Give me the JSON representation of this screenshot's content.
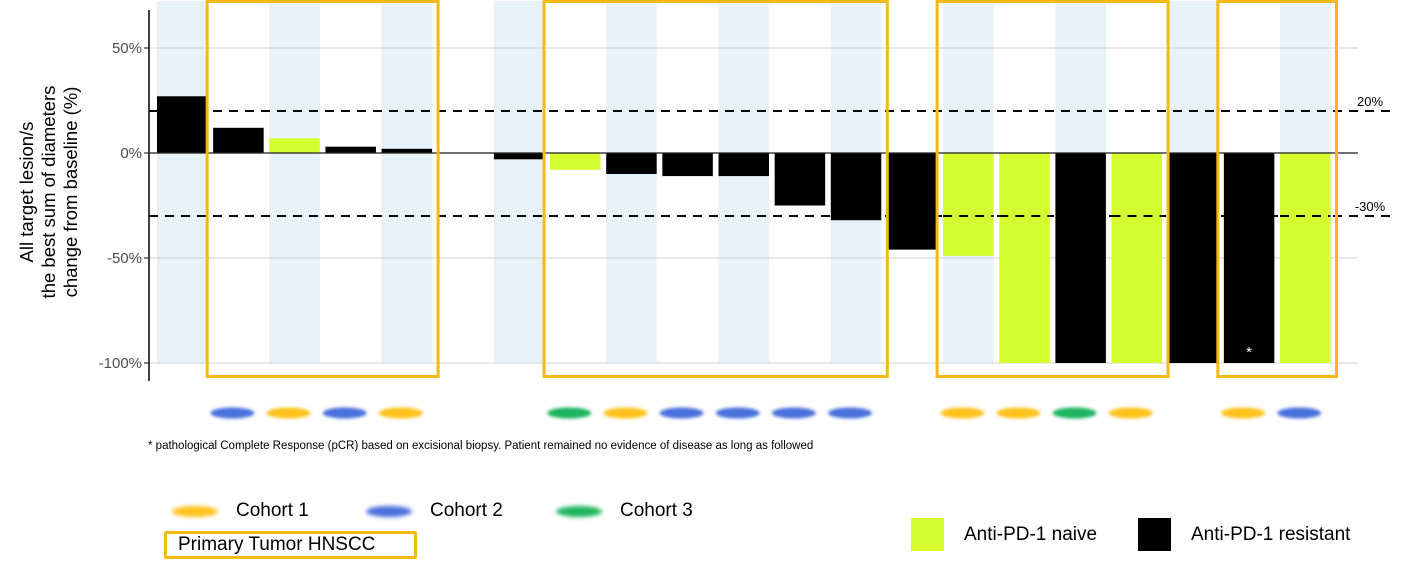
{
  "chart_data": {
    "type": "bar",
    "title": "",
    "xlabel": "",
    "ylabel": "All target lesion/s the best sum of diameters change from baseline (%)",
    "ylabel_lines": [
      "All target lesion/s",
      "the best sum of diameters",
      "change from baseline (%)"
    ],
    "ylim": [
      -105,
      68
    ],
    "y_ticks": [
      50,
      0,
      -50,
      -100
    ],
    "y_tick_labels": [
      "50%",
      "0%",
      "-50%",
      "-100%"
    ],
    "grid": "horizontal major gridlines (light gray)",
    "chart_kind": "waterfall plot",
    "reference_lines": [
      {
        "value": 20,
        "label": "20%",
        "style": "dashed"
      },
      {
        "value": -30,
        "label": "-30%",
        "style": "dashed"
      }
    ],
    "slots": 21,
    "empty_slots": [
      5
    ],
    "bars": [
      {
        "slot": 0,
        "value": 27,
        "treatment": "resistant",
        "cohort": null
      },
      {
        "slot": 1,
        "value": 12,
        "treatment": "resistant",
        "cohort": "Cohort 2"
      },
      {
        "slot": 2,
        "value": 7,
        "treatment": "naive",
        "cohort": "Cohort 1"
      },
      {
        "slot": 3,
        "value": 3,
        "treatment": "resistant",
        "cohort": "Cohort 2"
      },
      {
        "slot": 4,
        "value": 2,
        "treatment": "resistant",
        "cohort": "Cohort 1"
      },
      {
        "slot": 6,
        "value": -3,
        "treatment": "resistant",
        "cohort": null
      },
      {
        "slot": 7,
        "value": -8,
        "treatment": "naive",
        "cohort": "Cohort 3"
      },
      {
        "slot": 8,
        "value": -10,
        "treatment": "resistant",
        "cohort": "Cohort 1"
      },
      {
        "slot": 9,
        "value": -11,
        "treatment": "resistant",
        "cohort": "Cohort 2"
      },
      {
        "slot": 10,
        "value": -11,
        "treatment": "resistant",
        "cohort": "Cohort 2"
      },
      {
        "slot": 11,
        "value": -25,
        "treatment": "resistant",
        "cohort": "Cohort 2"
      },
      {
        "slot": 12,
        "value": -32,
        "treatment": "resistant",
        "cohort": "Cohort 2"
      },
      {
        "slot": 13,
        "value": -46,
        "treatment": "resistant",
        "cohort": null
      },
      {
        "slot": 14,
        "value": -49,
        "treatment": "naive",
        "cohort": "Cohort 1"
      },
      {
        "slot": 15,
        "value": -100,
        "treatment": "naive",
        "cohort": "Cohort 1"
      },
      {
        "slot": 16,
        "value": -100,
        "treatment": "resistant",
        "cohort": "Cohort 3"
      },
      {
        "slot": 17,
        "value": -100,
        "treatment": "naive",
        "cohort": "Cohort 1"
      },
      {
        "slot": 18,
        "value": -100,
        "treatment": "resistant",
        "cohort": null
      },
      {
        "slot": 19,
        "value": -100,
        "treatment": "resistant",
        "cohort": "Cohort 1",
        "annotation": "*"
      },
      {
        "slot": 20,
        "value": -100,
        "treatment": "naive",
        "cohort": "Cohort 2"
      }
    ],
    "highlight_boxes": {
      "label": "Primary Tumor HNSCC",
      "slot_ranges": [
        [
          1,
          4
        ],
        [
          7,
          12
        ],
        [
          14,
          17
        ],
        [
          19,
          20
        ]
      ]
    },
    "legend": {
      "cohorts": [
        "Cohort 1",
        "Cohort 2",
        "Cohort 3"
      ],
      "treatments": [
        "Anti-PD-1 naive",
        "Anti-PD-1 resistant"
      ],
      "box": "Primary Tumor HNSCC"
    },
    "footnote": "* pathological Complete Response (pCR) based on excisional biopsy. Patient remained no evidence of disease as long as followed"
  },
  "colors": {
    "naive": "#d4fc2e",
    "resistant": "#000000",
    "band": "#e6f1f8",
    "grid": "#d9d9d9",
    "box": "#f5b914",
    "Cohort 1": "#ffc21a",
    "Cohort 2": "#4a6fdc",
    "Cohort 3": "#1fb45e"
  },
  "legend": {
    "cohort1": "Cohort 1",
    "cohort2": "Cohort 2",
    "cohort3": "Cohort 3",
    "primary_tumor": "Primary Tumor HNSCC",
    "naive": "Anti-PD-1 naive",
    "resistant": "Anti-PD-1 resistant"
  },
  "axis": {
    "title_line1": "All target lesion/s",
    "title_line2": "the best sum of diameters",
    "title_line3": "change from baseline (%)"
  },
  "footnote": "* pathological Complete Response (pCR) based on excisional biopsy. Patient remained no evidence of disease as long as followed"
}
